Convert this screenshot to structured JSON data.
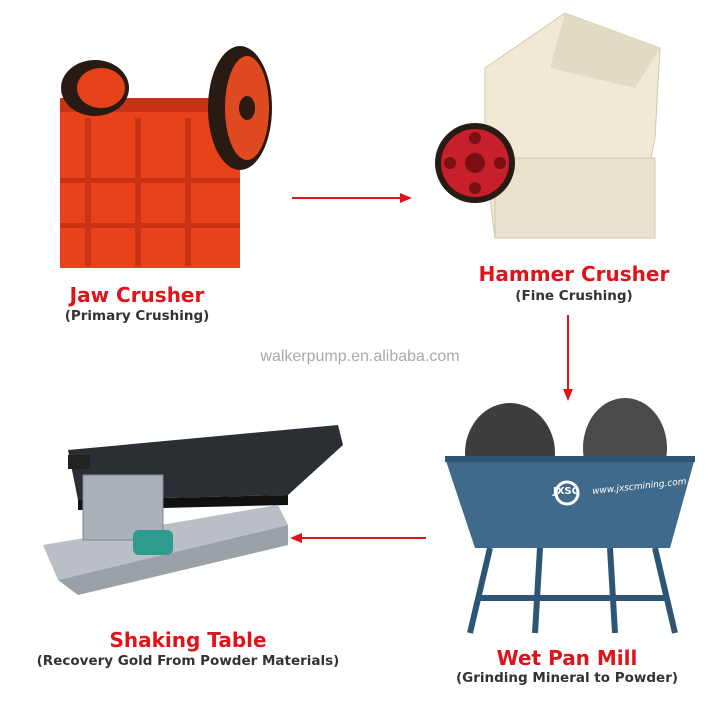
{
  "watermark": "walkerpump.en.alibaba.com",
  "colors": {
    "title": "#e0131b",
    "arrow": "#e0131b",
    "subtitle": "#333333"
  },
  "steps": [
    {
      "title": "Jaw Crusher",
      "subtitle": "(Primary Crushing)"
    },
    {
      "title": "Hammer Crusher",
      "subtitle": "(Fine Crushing)"
    },
    {
      "title": "Wet Pan Mill",
      "subtitle": "(Grinding Mineral to Powder)",
      "machine_logo": "JXSC",
      "machine_url": "www.jxscmining.com"
    },
    {
      "title": "Shaking Table",
      "subtitle": "(Recovery Gold From Powder Materials)"
    }
  ],
  "flow": [
    "Jaw Crusher",
    "Hammer Crusher",
    "Wet Pan Mill",
    "Shaking Table"
  ]
}
